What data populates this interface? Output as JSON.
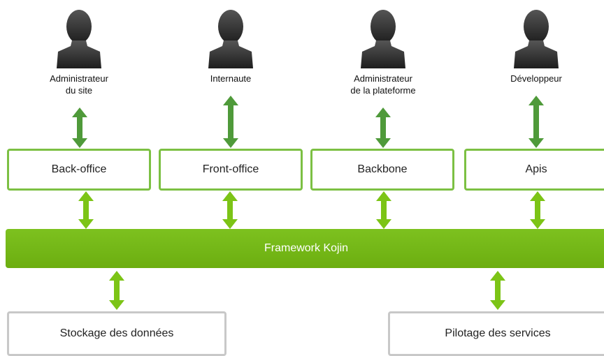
{
  "actors": [
    {
      "label": "Administrateur\ndu site",
      "icon": "user-silhouette-icon"
    },
    {
      "label": "Internaute",
      "icon": "user-silhouette-icon"
    },
    {
      "label": "Administrateur\nde la plateforme",
      "icon": "user-silhouette-icon"
    },
    {
      "label": "Développeur",
      "icon": "user-silhouette-icon"
    }
  ],
  "modules": [
    "Back-office",
    "Front-office",
    "Backbone",
    "Apis"
  ],
  "framework": "Framework Kojin",
  "backends": [
    "Stockage des données",
    "Pilotage des services"
  ],
  "colors": {
    "upper_arrow": "#4f9a3a",
    "lower_arrow": "#7cc416",
    "box_border": "#7cc043",
    "bar": "#73b617",
    "backend_border": "#c8c8c8",
    "silhouette": "#3a3a3a"
  }
}
